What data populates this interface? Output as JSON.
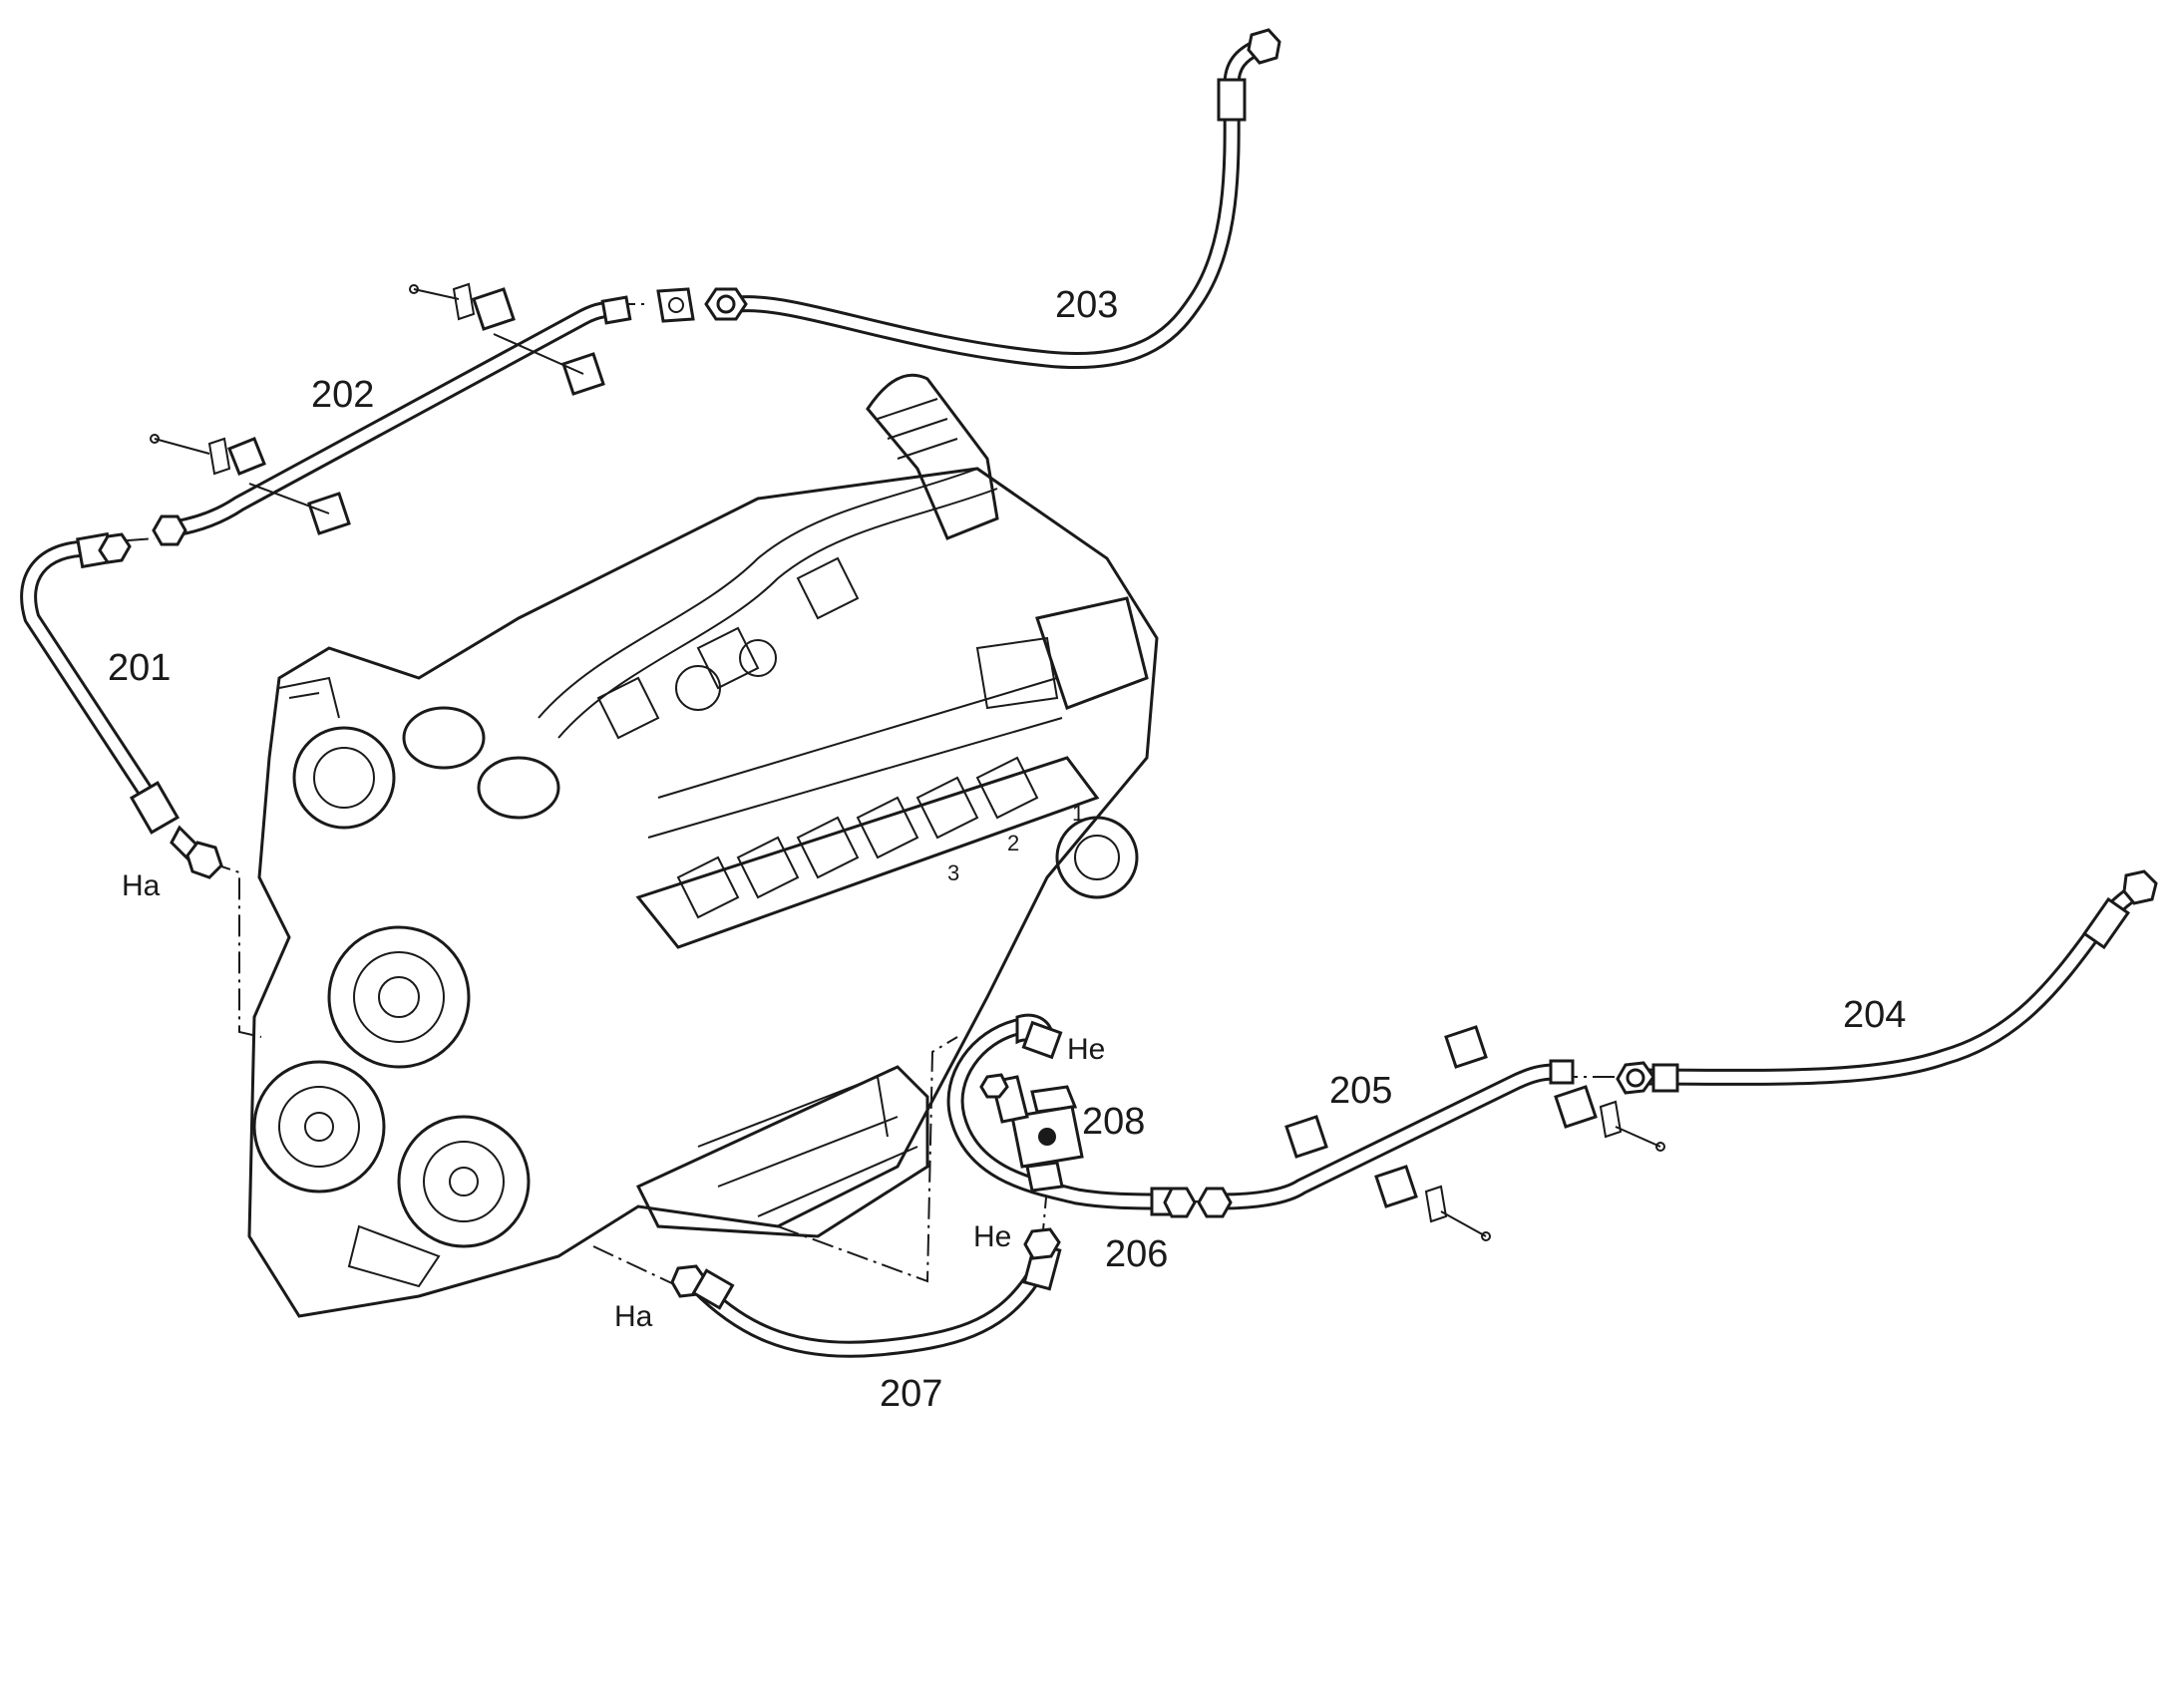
{
  "diagram": {
    "callouts": {
      "c201": "201",
      "c202": "202",
      "c203": "203",
      "c204": "204",
      "c205": "205",
      "c206": "206",
      "c207": "207",
      "c208": "208"
    },
    "connections": {
      "ha_top": "Ha",
      "ha_bottom": "Ha",
      "he_top": "He",
      "he_bottom": "He"
    },
    "engine_cylinder_marks": [
      "1",
      "2",
      "3"
    ]
  }
}
